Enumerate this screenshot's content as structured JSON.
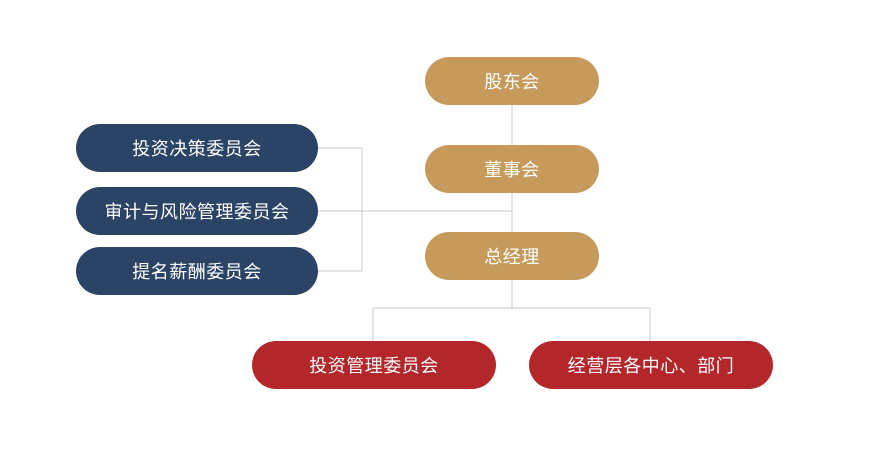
{
  "colors": {
    "gold": "#c59a5b",
    "navy": "#2b4465",
    "red": "#b3262a",
    "line": "#c8c8c8"
  },
  "nodes": {
    "shareholders": "股东会",
    "board": "董事会",
    "general_manager": "总经理",
    "investment_decision_committee": "投资决策委员会",
    "audit_risk_committee": "审计与风险管理委员会",
    "nomination_compensation_committee": "提名薪酬委员会",
    "investment_management_committee": "投资管理委员会",
    "operations_centers_departments": "经营层各中心、部门"
  }
}
